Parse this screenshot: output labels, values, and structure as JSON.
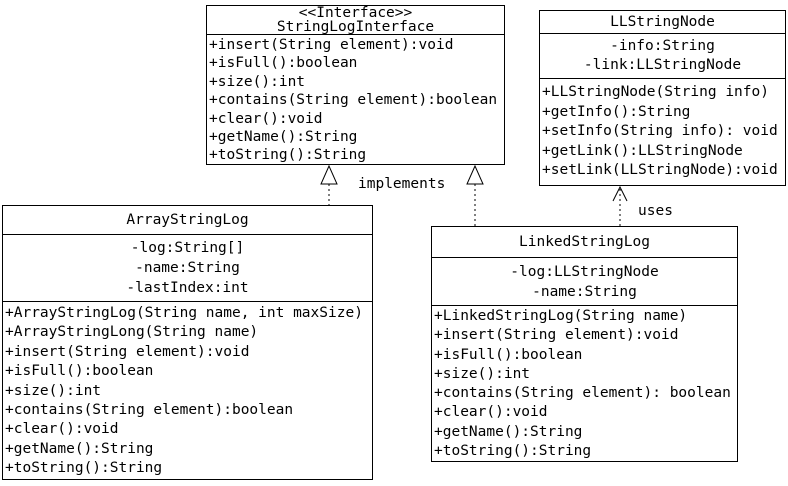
{
  "diagram": {
    "relationship_labels": {
      "implements": "implements",
      "uses": "uses"
    },
    "colors": {
      "background": "#ffffff",
      "box_fill": "#ffffff",
      "line": "#000000",
      "text": "#000000"
    }
  },
  "classes": {
    "string_log_interface": {
      "stereotype": "<<Interface>>",
      "name": "StringLogInterface",
      "attributes": [],
      "methods": [
        "+insert(String element):void",
        "+isFull():boolean",
        "+size():int",
        "+contains(String element):boolean",
        "+clear():void",
        "+getName():String",
        "+toString():String"
      ]
    },
    "ll_string_node": {
      "stereotype": "",
      "name": "LLStringNode",
      "attributes": [
        "-info:String",
        "-link:LLStringNode"
      ],
      "methods": [
        "+LLStringNode(String info)",
        "+getInfo():String",
        "+setInfo(String info): void",
        "+getLink():LLStringNode",
        "+setLink(LLStringNode):void"
      ]
    },
    "array_string_log": {
      "stereotype": "",
      "name": "ArrayStringLog",
      "attributes": [
        "-log:String[]",
        "-name:String",
        "-lastIndex:int"
      ],
      "methods": [
        "+ArrayStringLog(String name, int maxSize)",
        "+ArrayStringLong(String name)",
        "+insert(String element):void",
        "+isFull():boolean",
        "+size():int",
        "+contains(String element):boolean",
        "+clear():void",
        "+getName():String",
        "+toString():String"
      ]
    },
    "linked_string_log": {
      "stereotype": "",
      "name": "LinkedStringLog",
      "attributes": [
        "-log:LLStringNode",
        "-name:String"
      ],
      "methods": [
        "+LinkedStringLog(String name)",
        "+insert(String element):void",
        "+isFull():boolean",
        "+size():int",
        "+contains(String element): boolean",
        "+clear():void",
        "+getName():String",
        "+toString():String"
      ]
    }
  }
}
